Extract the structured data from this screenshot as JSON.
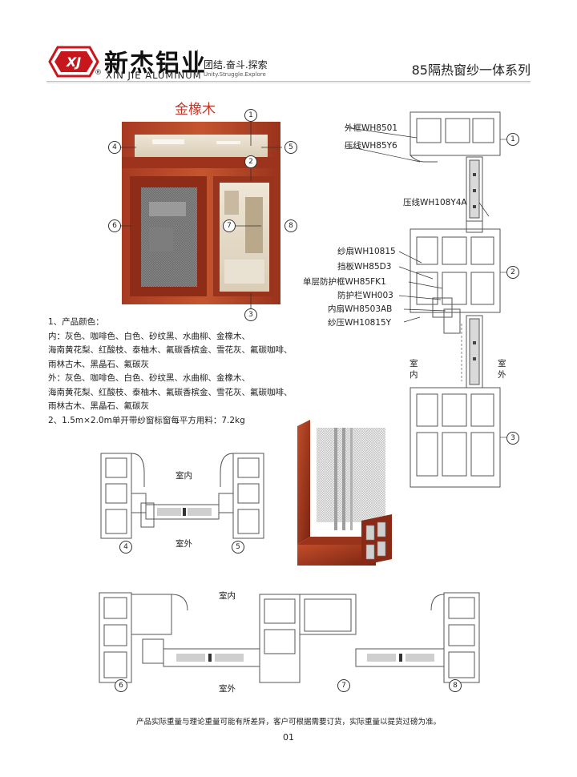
{
  "header": {
    "brand_cn": "新杰铝业",
    "brand_en": "XIN JIE ALUMINUM",
    "logo_text": "XJ",
    "registered_mark": "®",
    "slogan_cn": "团结.奋斗.探索",
    "slogan_en": "Unity.Struggle.Explore",
    "series_title": "85隔热窗纱一体系列"
  },
  "window_photo": {
    "finish_name": "金橡木",
    "markers": [
      "1",
      "2",
      "3",
      "4",
      "5",
      "6",
      "7",
      "8"
    ]
  },
  "description": {
    "lines": [
      "1、产品颜色：",
      "内：灰色、咖啡色、白色、砂纹黑、水曲柳、金橡木、",
      "海南黄花梨、红酸枝、泰柚木、氟碳香槟金、雪花灰、氟碳咖啡、",
      "雨林古木、黑晶石、氟碳灰",
      "外：灰色、咖啡色、白色、砂纹黑、水曲柳、金橡木、",
      "海南黄花梨、红酸枝、泰柚木、氟碳香槟金、雪花灰、氟碳咖啡、",
      "雨林古木、黑晶石、氟碳灰",
      "2、1.5m×2.0m单开带纱窗标窗每平方用料：7.2kg"
    ]
  },
  "section_labels": {
    "outer_frame": "外框WH8501",
    "bead": "压线WH85Y6",
    "bead_2": "压线WH108Y4A",
    "screen_sash": "纱扇WH10815",
    "baffle": "挡板WH85D3",
    "guard_frame": "单层防护框WH85FK1",
    "guard_bar": "防护栏WH003",
    "inner_sash": "内扇WH8503AB",
    "screen_bead": "纱压WH10815Y"
  },
  "room_labels": {
    "indoor": "室内",
    "outdoor": "室外",
    "indoor_v": "室\n内",
    "outdoor_v": "室\n外"
  },
  "footer": {
    "note": "产品实际重量与理论重量可能有所差异，客户可根据需要订货，实际重量以提货过磅为准。",
    "page_number": "01"
  },
  "colors": {
    "brand_red": "#c8161d",
    "wood": "#b5452a",
    "wood_dark": "#7a2412",
    "profile_line": "#555555"
  }
}
